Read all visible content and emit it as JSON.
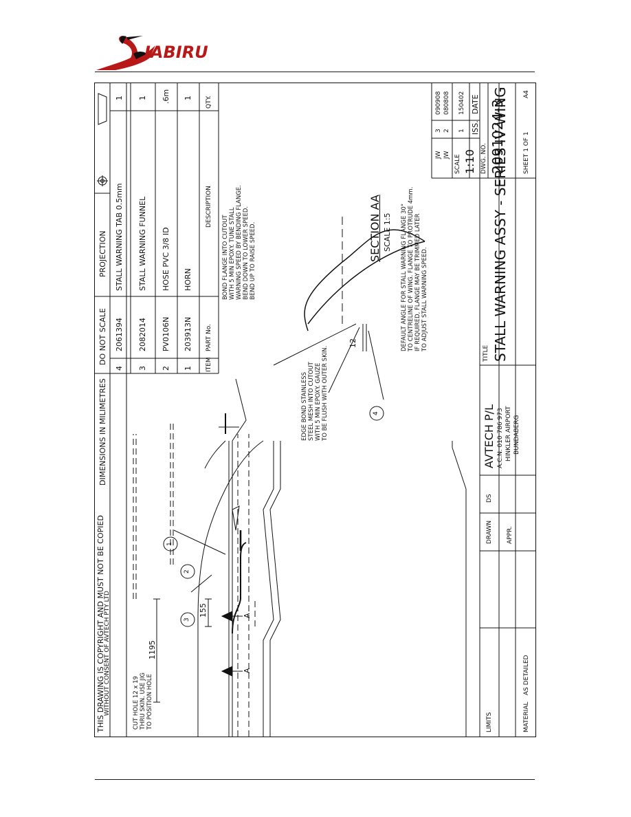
{
  "logo": {
    "wordmark": "JABIRU"
  },
  "header": {
    "copyright_line1": "THIS DRAWING IS COPYRIGHT AND MUST NOT BE COPIED",
    "copyright_line2": "WITHOUT CONSENT OF AVTECH PTY LTD",
    "dimensions": "DIMENSIONS IN MILIMETRES",
    "do_not_scale": "DO NOT SCALE",
    "projection": "PROJECTION"
  },
  "parts_list": {
    "headers": {
      "item": "ITEM",
      "part_no": "PART No.",
      "description": "DESCRIPTION",
      "qty": "QTY."
    },
    "rows": [
      {
        "item": "4",
        "part_no": "2061394",
        "description": "STALL WARNING TAB 0.5mm",
        "qty": "1"
      },
      {
        "item": "3",
        "part_no": "2082014",
        "description": "STALL WARNING FUNNEL",
        "qty": "1"
      },
      {
        "item": "2",
        "part_no": "PV0106N",
        "description": "HOSE PVC 3/8 ID",
        "qty": ".6m"
      },
      {
        "item": "1",
        "part_no": "203913N",
        "description": "HORN",
        "qty": "1"
      }
    ]
  },
  "notes": {
    "bond_flange": "BOND FLANGE INTO CUTOUT\nWITH 5 MIN EPOXY. TUNE STALL\nWARNING SPEED BY BENDING FLANGE.\nBEND DOWN TO LOWER SPEED.\nBEND UP TO RAISE SPEED.",
    "edge_bond": "EDGE BOND STAINLESS\nSTEEL MESH INTO CUTOUT\nWITH 5 MIN EPOXY. GAUZE\nTO BE FLUSH WITH OUTER SKIN.",
    "default_angle": "DEFAULT ANGLE FOR STALL WARNING FLANGE 30°\nTO CENTRELINE OF WING. FLANGE TO PROTRUDE 4mm.\nIF REQUIRED, FLANGE MAY BE TRIMMED LATER\nTO ADJUST STALL WARNING SPEED.",
    "cut_hole": "CUT HOLE 12 x 19\nTHRU SKIN. USE JIG\nTO POSITION HOLE"
  },
  "section": {
    "title": "SECTION AA",
    "scale": "SCALE 1:5",
    "dim_12": "12"
  },
  "dimensions": {
    "d155": "155",
    "d1195": "1195",
    "section_mark": "A"
  },
  "balloons": [
    "1",
    "2",
    "3",
    "4"
  ],
  "title_block": {
    "limits": "LIMITS",
    "material_label": "MATERIAL",
    "material_value": "AS DETAILED",
    "drawn_label": "DRAWN",
    "drawn_value": "DS",
    "appr_label": "APPR.",
    "company": "AVTECH P/L",
    "acn": "A.C.N. 010 786 973",
    "address1": "HINKLER AIRPORT",
    "address2": "BUNDABERG",
    "title_label": "TITLE",
    "title": "STALL WARNING ASSY - SERIES IV WING",
    "scale_label": "SCALE",
    "scale_value": "1:10",
    "dwg_label": "DWG. NO.",
    "dwg_no": "2091024-3",
    "sheet": "SHEET 1 OF 1",
    "size": "A4",
    "iss_label": "ISS.",
    "date_label": "DATE",
    "revisions": [
      {
        "by": "JW",
        "iss": "3",
        "date": "090908"
      },
      {
        "by": "JW",
        "iss": "2",
        "date": "080808"
      },
      {
        "by": "",
        "iss": "1",
        "date": "150402"
      }
    ]
  }
}
